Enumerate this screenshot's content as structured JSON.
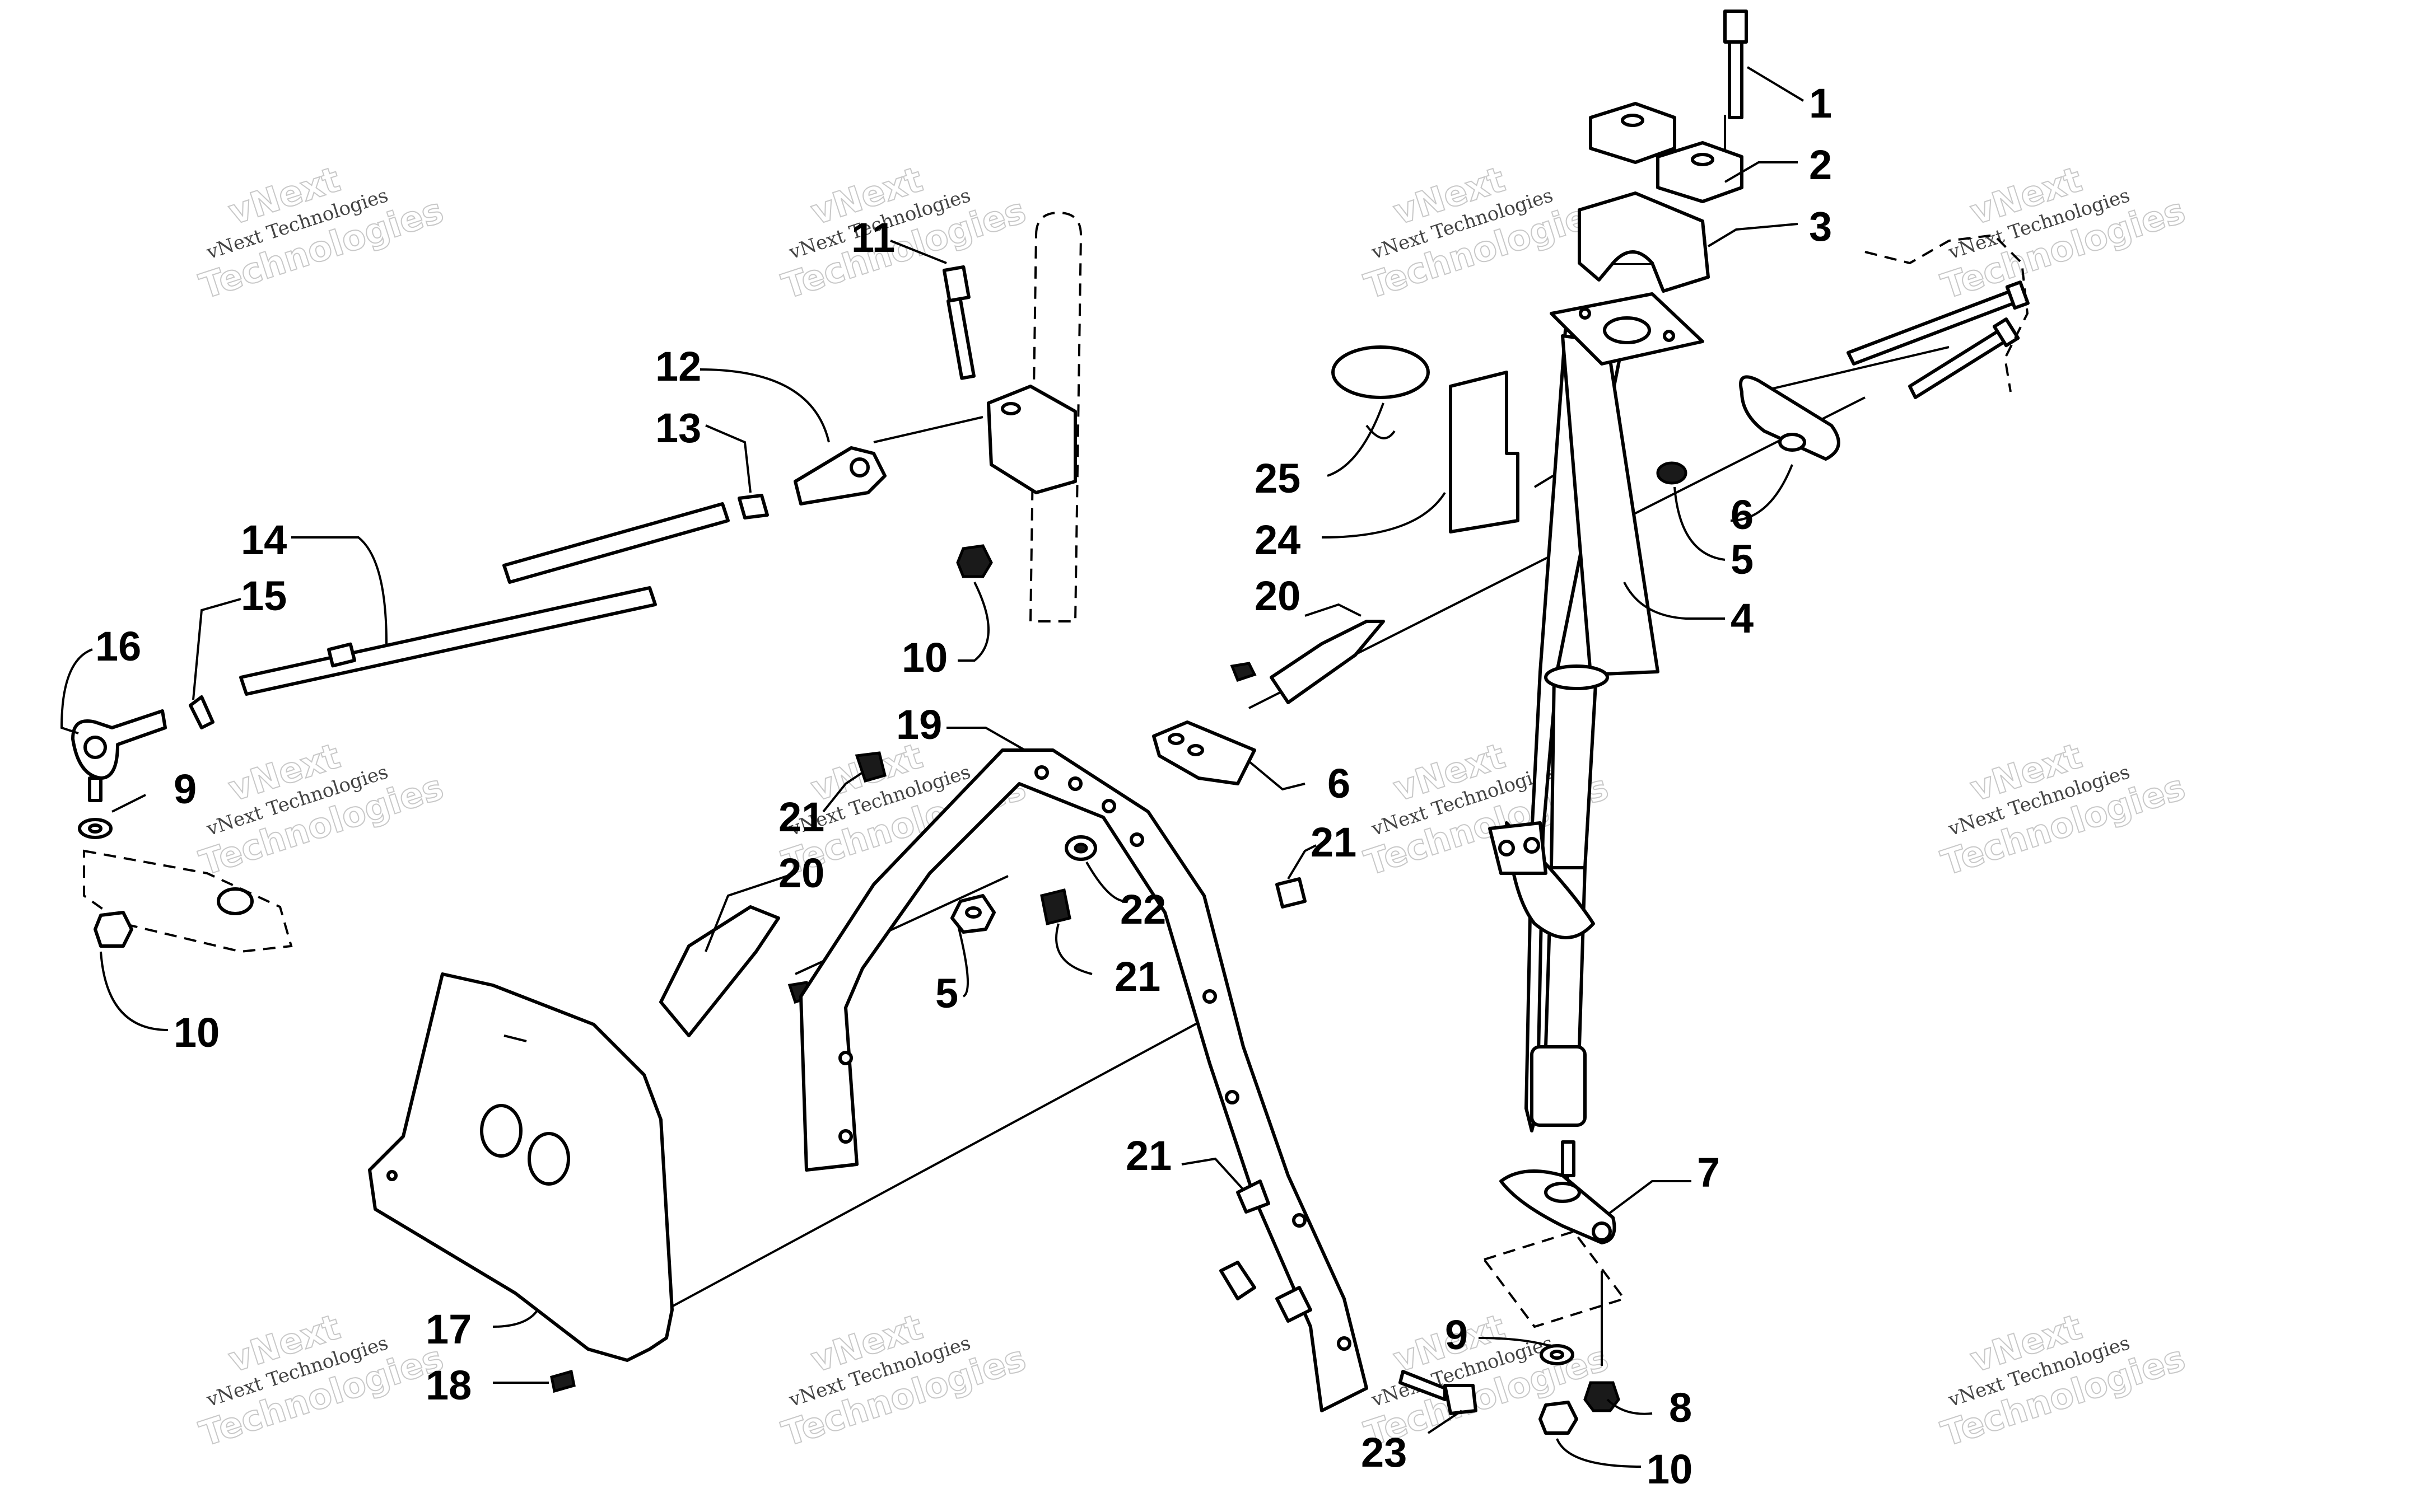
{
  "watermark": {
    "line1": "vNext",
    "line2": "vNext Technologies",
    "line3": "Technologies"
  },
  "callouts": {
    "c1": "1",
    "c2": "2",
    "c3": "3",
    "c4": "4",
    "c5a": "5",
    "c5b": "5",
    "c6a": "6",
    "c6b": "6",
    "c7": "7",
    "c8": "8",
    "c9a": "9",
    "c9b": "9",
    "c10a": "10",
    "c10b": "10",
    "c10c": "10",
    "c11": "11",
    "c12": "12",
    "c13": "13",
    "c14": "14",
    "c15": "15",
    "c16": "16",
    "c17": "17",
    "c18": "18",
    "c19": "19",
    "c20a": "20",
    "c20b": "20",
    "c21a": "21",
    "c21b": "21",
    "c21c": "21",
    "c21d": "21",
    "c22": "22",
    "c23": "23",
    "c24": "24",
    "c25": "25"
  }
}
